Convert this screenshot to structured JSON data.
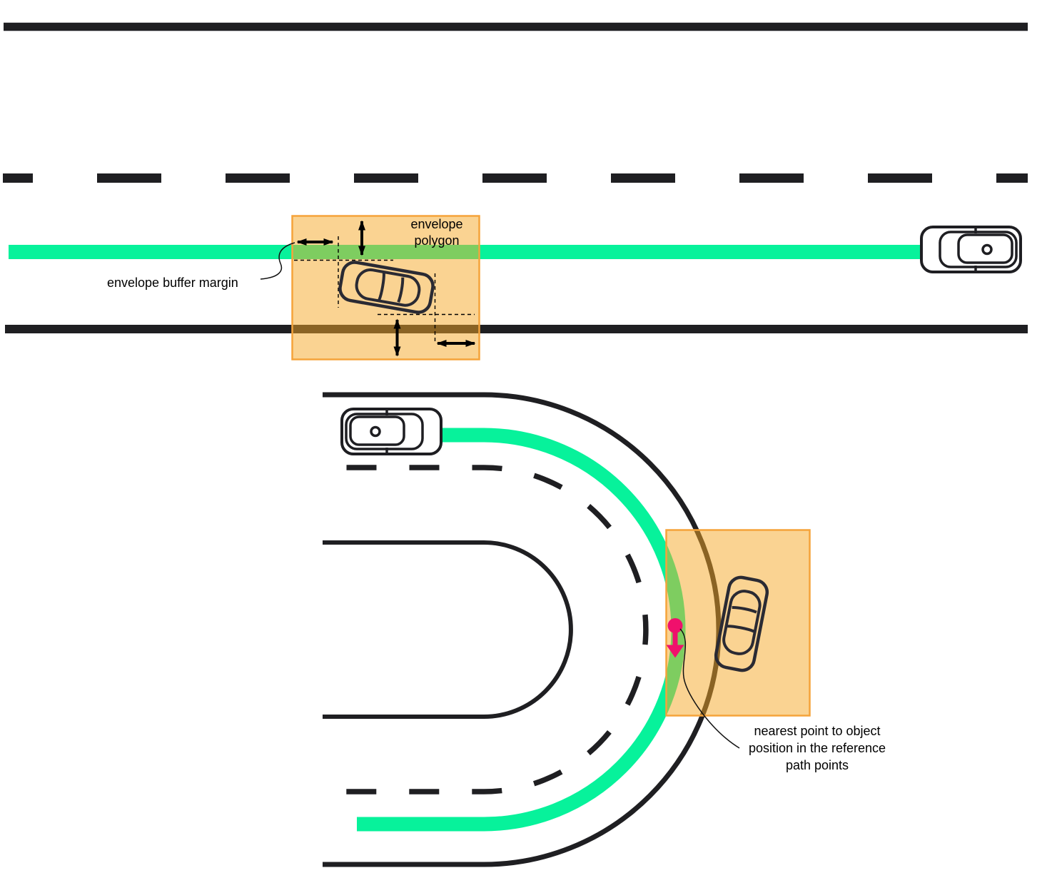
{
  "labels": {
    "envelope_polygon": {
      "lines": [
        "envelope",
        "polygon"
      ]
    },
    "envelope_buffer_margin": {
      "text": "envelope buffer margin"
    },
    "nearest_point": {
      "lines": [
        "nearest point to object",
        "position in the reference",
        "path points"
      ]
    }
  },
  "icons": {
    "object_vehicle": "car-top-view-outline-icon",
    "ego_vehicle": "car-top-view-steering-icon",
    "nearest_point_marker": "point-with-down-arrow-icon",
    "buffer_margin_arrows": "double-headed-arrow-icon"
  },
  "colors": {
    "road_line": "#1f1f22",
    "reference_path": "#07f29b",
    "envelope_fill": "rgba(245,167,38,0.5)",
    "envelope_border": "#f5a33a",
    "car_outline": "#2a2a33",
    "ego_car_outline": "#1e1e22",
    "nearest_point_marker": "#f0106c",
    "label_text": "#000000"
  }
}
